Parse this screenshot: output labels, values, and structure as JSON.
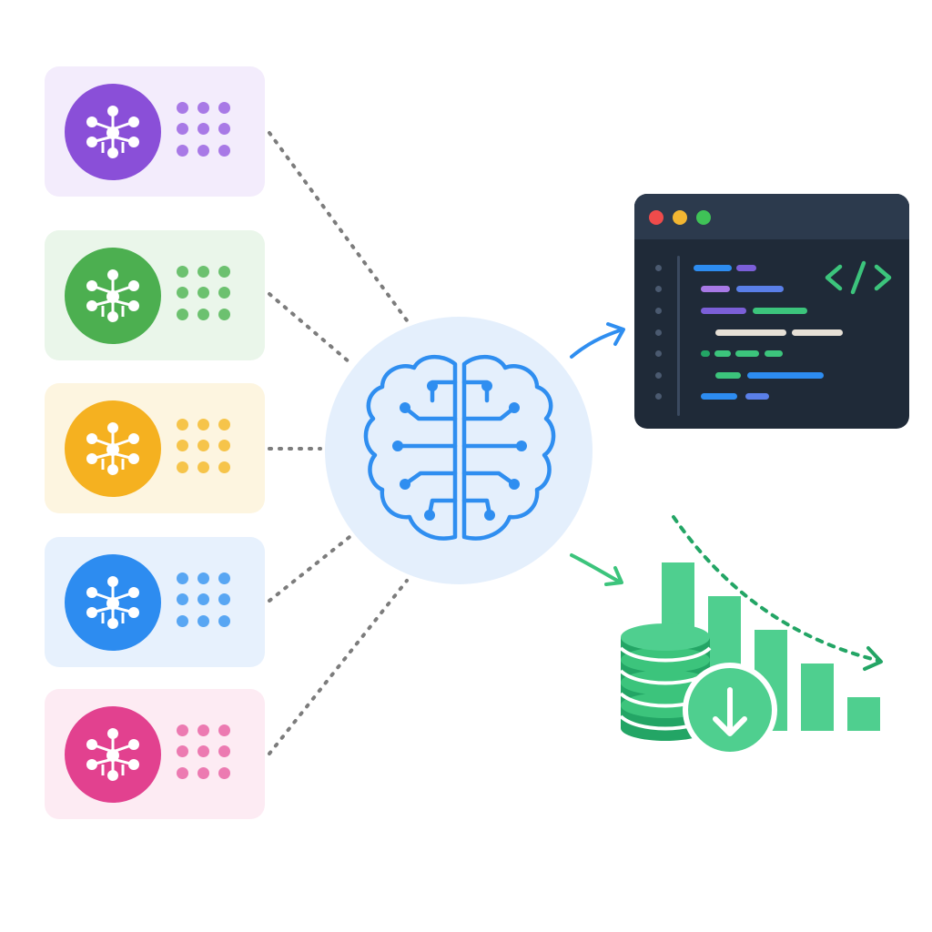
{
  "colors": {
    "purple": "#8a4fd8",
    "purple_bg": "#f3ecfc",
    "purple_dot": "#a879e6",
    "green": "#4caf50",
    "green_bg": "#eaf6ea",
    "green_dot": "#6cc16f",
    "yellow": "#f5b120",
    "yellow_bg": "#fdf5e0",
    "yellow_dot": "#f6c44a",
    "blue": "#2d8cf0",
    "blue_bg": "#e7f1fd",
    "blue_dot": "#58a6f3",
    "pink": "#e2418f",
    "pink_bg": "#fdebf3",
    "pink_dot": "#ec7ab1",
    "brain_blue": "#2f8ef0",
    "brain_bg": "#e4effc",
    "terminal_bg": "#1f2a38",
    "terminal_bar": "#2c3a4d",
    "emerald": "#3cc47c",
    "emerald_dark": "#23a565",
    "dotted_gray": "#7c7c7c"
  },
  "cards": [
    {
      "id": "purple",
      "icon": "network-node-icon"
    },
    {
      "id": "green",
      "icon": "network-node-icon"
    },
    {
      "id": "yellow",
      "icon": "network-node-icon"
    },
    {
      "id": "blue",
      "icon": "network-node-icon"
    },
    {
      "id": "pink",
      "icon": "network-node-icon"
    }
  ],
  "center_icon": "brain-circuit-icon",
  "outputs": [
    {
      "id": "code-editor",
      "icon": "code-brackets-icon",
      "glyph": "</>"
    },
    {
      "id": "cost-reduction",
      "icon": "database-download-icon"
    }
  ],
  "bars": {
    "values": [
      5,
      4,
      3,
      2,
      1
    ]
  }
}
